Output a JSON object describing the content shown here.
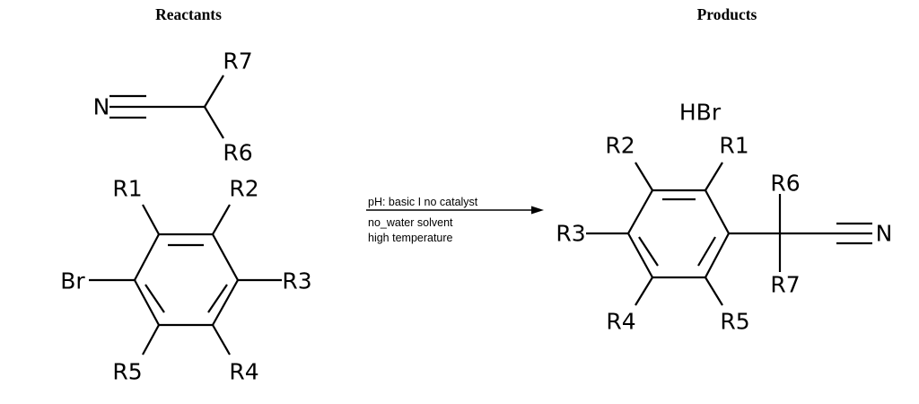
{
  "titles": {
    "reactants": "Reactants",
    "products": "Products"
  },
  "conditions": {
    "line1": "pH: basic I no catalyst",
    "line2": "no_water solvent",
    "line3": "high temperature"
  },
  "colors": {
    "nitrogen": "#3333FF",
    "bromine": "#7D4619",
    "bond": "#000000"
  },
  "reactants": {
    "nitrile": {
      "nitrogen": "N",
      "r_top": "R7",
      "r_bottom": "R6"
    },
    "bromoarene": {
      "halogen": "Br",
      "r1": "R1",
      "r2": "R2",
      "r3": "R3",
      "r4": "R4",
      "r5": "R5"
    }
  },
  "products": {
    "byproduct": "HBr",
    "arylnitrile": {
      "nitrogen": "N",
      "r1": "R1",
      "r2": "R2",
      "r3": "R3",
      "r4": "R4",
      "r5": "R5",
      "r6": "R6",
      "r7": "R7"
    }
  }
}
